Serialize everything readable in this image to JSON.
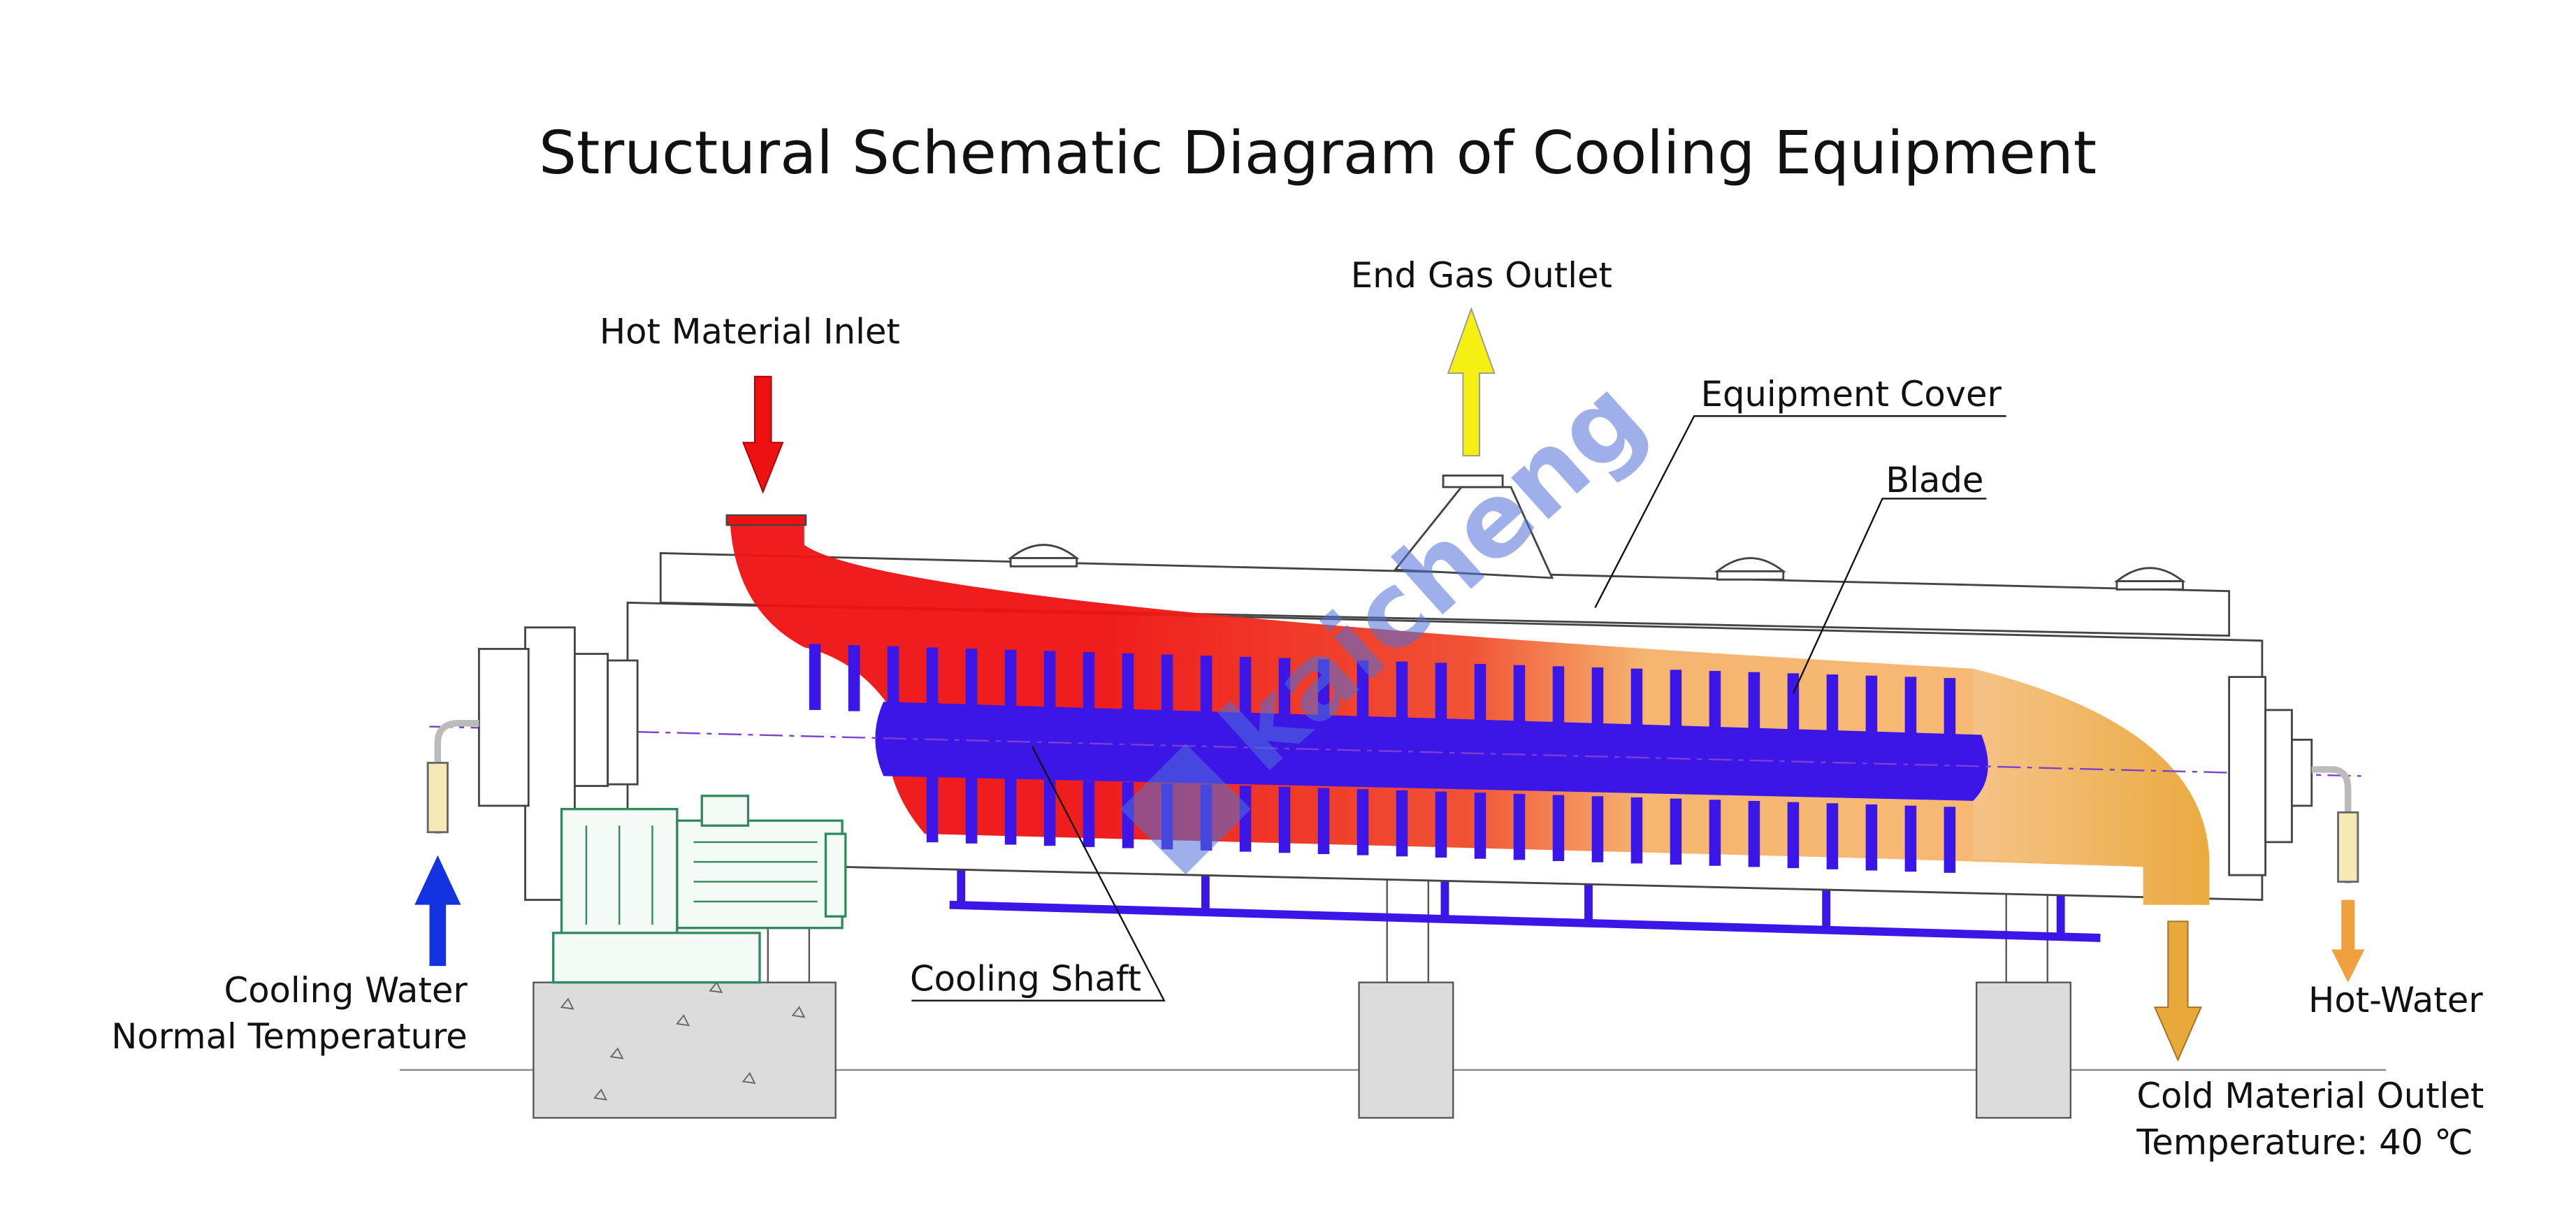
{
  "title": "Structural Schematic Diagram of Cooling Equipment",
  "labels": {
    "hot_material_inlet": "Hot Material Inlet",
    "end_gas_outlet": "End Gas Outlet",
    "equipment_cover": "Equipment Cover",
    "blade": "Blade",
    "cooling_shaft": "Cooling Shaft",
    "cooling_water_line1": "Cooling Water",
    "cooling_water_line2": "Normal Temperature",
    "hot_water": "Hot-Water",
    "cold_material_outlet_line1": "Cold Material Outlet",
    "cold_material_outlet_line2": "Temperature: 40 ℃"
  },
  "watermark": "kaicheng",
  "colors": {
    "hot": "#ee1111",
    "warm": "#f5b76a",
    "cold_outlet": "#e9a93a",
    "shaft": "#3b16e6",
    "cooling_arrow": "#1433e0",
    "gas_arrow": "#f6ef12",
    "motor": "#2e8a5a",
    "support": "#3b16e6"
  }
}
